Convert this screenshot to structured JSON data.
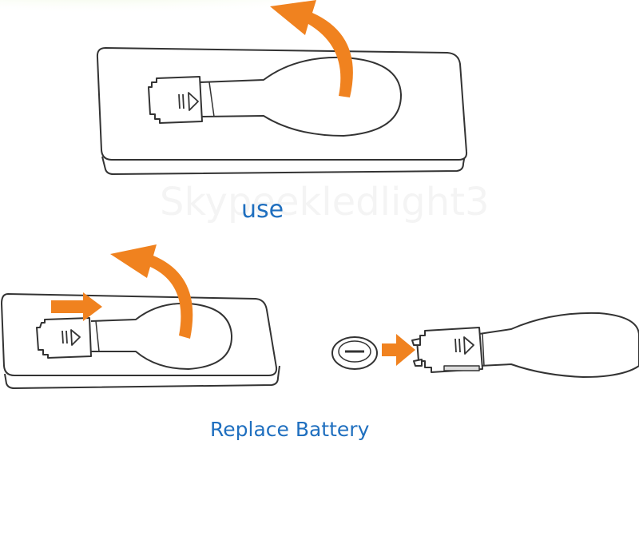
{
  "captions": {
    "use": "use",
    "replace_battery": "Replace Battery"
  },
  "watermark_text": "Skypeekledlight3",
  "colors": {
    "arrow": "#f0821f",
    "line": "#333333",
    "caption": "#1f6fbf",
    "corner_tint": "#d9f0b8"
  },
  "icons": {
    "arrow_top": "curved-lift-arrow-icon",
    "arrow_bottom": "curved-lift-arrow-icon",
    "push": "right-arrow-icon",
    "insert": "right-arrow-icon",
    "battery": "coin-battery-icon",
    "card_top": "card-light-top-icon",
    "card_bottom": "card-light-bottom-icon",
    "tray": "battery-tray-icon"
  }
}
